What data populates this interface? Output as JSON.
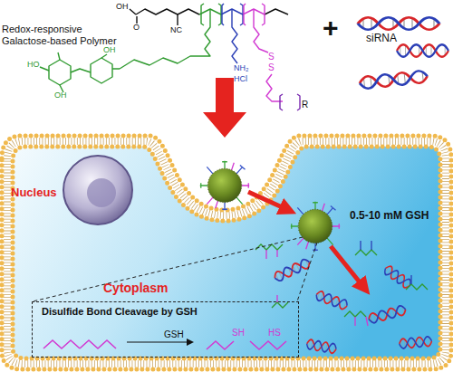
{
  "diagram": {
    "nodes": [
      {
        "text": [
          "Cytoplasm"
        ]
      },
      {
        "text": [
          "Nucleus"
        ],
        "in": 0
      },
      {
        "text": [
          "Disulfide Bond Cleavage by GSH",
          "GSH",
          "SH",
          "HS"
        ],
        "in": 0
      }
    ],
    "labels": [
      "Redox-responsive Galactose-based Polymer",
      "+",
      "siRNA",
      "0.5-10 mM GSH",
      "OH",
      "O",
      "NC",
      "NH₂",
      "HCl",
      "S",
      "S",
      "R",
      "HO",
      "OH",
      "OH"
    ]
  }
}
